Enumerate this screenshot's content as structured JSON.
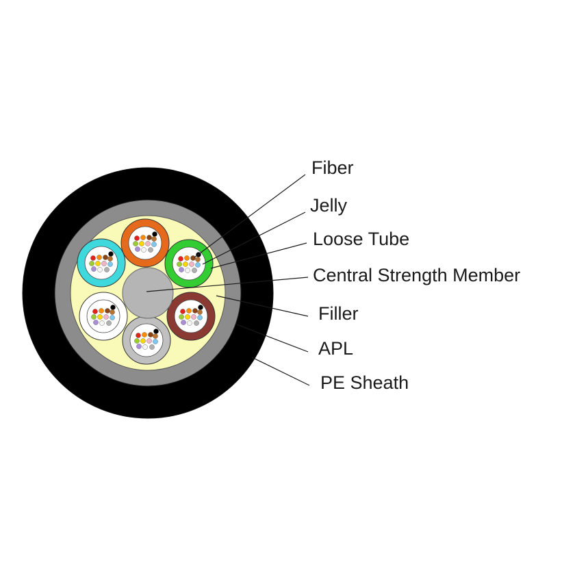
{
  "diagram": {
    "labels": {
      "fiber": "Fiber",
      "jelly": "Jelly",
      "loose_tube": "Loose Tube",
      "central_strength_member": "Central Strength Member",
      "filler": "Filler",
      "apl": "APL",
      "pe_sheath": "PE Sheath"
    },
    "colors": {
      "pe_sheath": "#000000",
      "apl": "#8c8c8c",
      "filler": "#fafab8",
      "central_strength_member": "#b5b5b5",
      "jelly": "#ffffff"
    },
    "loose_tubes": [
      {
        "name": "orange-tube",
        "color": "#e56a1c"
      },
      {
        "name": "green-tube",
        "color": "#33cc33"
      },
      {
        "name": "brown-tube",
        "color": "#8b3a33"
      },
      {
        "name": "grey-tube",
        "color": "#c0c0c0"
      },
      {
        "name": "white-tube",
        "color": "#ffffff"
      },
      {
        "name": "aqua-tube",
        "color": "#3fd8dc"
      }
    ],
    "fiber_colors": [
      "#000000",
      "#e2231a",
      "#ff8c00",
      "#8b4513",
      "#b87333",
      "#9acd32",
      "#ffd700",
      "#f2b5c8",
      "#7ec8f0",
      "#a98ed8",
      "#f5f5f5",
      "#b0b0b0"
    ]
  }
}
